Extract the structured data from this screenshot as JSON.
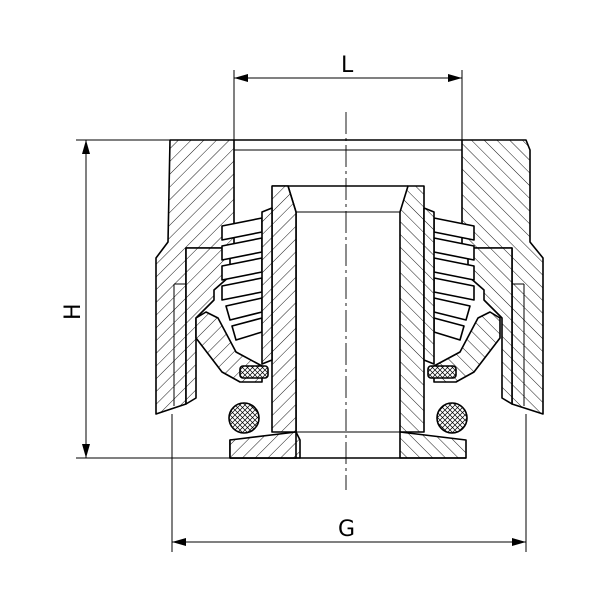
{
  "dimensions": {
    "top_width_label": "L",
    "height_label": "H",
    "thread_label": "G"
  },
  "colors": {
    "line": "#000000",
    "background": "#ffffff"
  }
}
